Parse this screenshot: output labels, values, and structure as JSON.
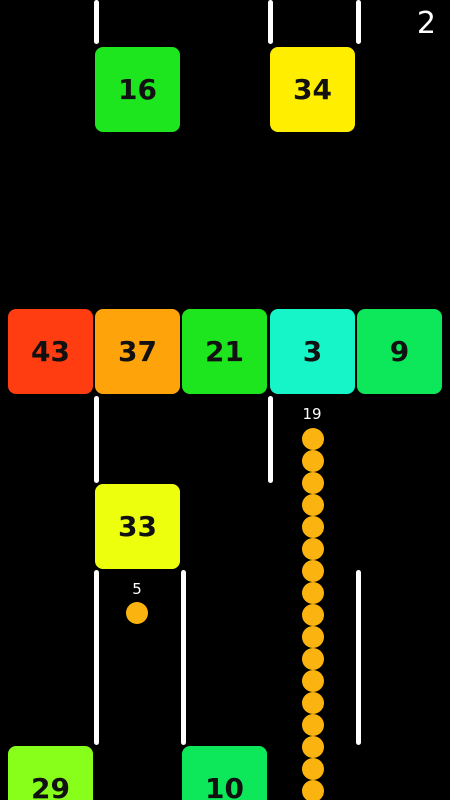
{
  "score": "2",
  "colors": {
    "background": "#000000",
    "wall": "#ffffff",
    "snake": "#fbb40f",
    "pickup": "#fbb40f"
  },
  "blocks": {
    "top_left": {
      "value": "16",
      "color": "#1ee61e"
    },
    "top_right": {
      "value": "34",
      "color": "#ffee00"
    },
    "row_1": {
      "value": "43",
      "color": "#ff3d10"
    },
    "row_2": {
      "value": "37",
      "color": "#ffa30b"
    },
    "row_3": {
      "value": "21",
      "color": "#1ee61e"
    },
    "row_4": {
      "value": "3",
      "color": "#15f5c8"
    },
    "row_5": {
      "value": "9",
      "color": "#0de85a"
    },
    "middle": {
      "value": "33",
      "color": "#eeff0d"
    },
    "bottom_left": {
      "value": "29",
      "color": "#88ff1a"
    },
    "bottom_mid": {
      "value": "10",
      "color": "#0de85a"
    }
  },
  "snake": {
    "length_label": "19"
  },
  "pickup": {
    "value_label": "5"
  }
}
